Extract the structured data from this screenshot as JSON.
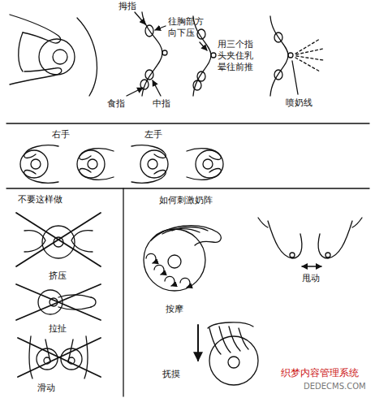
{
  "diagram": {
    "labels": [
      "拇指",
      "往胸部方向下压",
      "用三个指头夹住乳晕往前推",
      "食指",
      "中指",
      "喷奶线",
      "右手",
      "左手",
      "不要这样做",
      "如何刺激奶阵",
      "甩动",
      "挤压",
      "按摩",
      "拉扯",
      "抚摸",
      "滑动",
      "织梦内容管理系统",
      "DEDECMS.COM"
    ]
  }
}
